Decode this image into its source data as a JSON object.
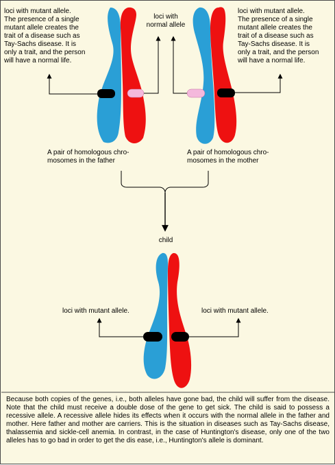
{
  "labels": {
    "father_left_note": "loci with mutant allele.\nThe presence of a single\nmutant allele creates the\ntrait of a disease such as\nTay-Sachs disease. It is\nonly a trait, and the person\nwill have a normal life.",
    "normal_allele": "loci with\nnormal allele",
    "mother_right_note": "loci with mutant allele.\nThe presence of a single\nmutant allele creates the\ntrait of a disease such as\nTay-Sachs disease. It is\nonly a trait, and the person\nwill have a normal life.",
    "father_pair": "A pair of homologous chro-\nmosomes in the father",
    "mother_pair": "A pair of homologous chro-\nmosomes in the mother",
    "child": "child",
    "child_left_mutant": "loci with mutant allele.",
    "child_right_mutant": "loci with mutant allele."
  },
  "caption": "Because both copies of the genes, i.e., both alleles have gone bad, the child will suffer from the disease. Note that the child must receive a double dose of the gene to get sick. The child is said to possess a recessive allele. A recessive allele hides its effects when it occurs with the normal allele in the father and mother. Here father and mother are carriers. This is the situation in diseases such as Tay-Sachs disease, thalassemia and sickle-cell anemia. In contrast, in the case of Huntington's disease, only one of the two alleles has to go bad in order to get the dis ease, i.e., Huntington's allele is dominant.",
  "colors": {
    "chromosome_blue": "#2a9fd6",
    "chromosome_red": "#ee1111",
    "mutant_locus": "#000000",
    "normal_locus": "#f4b8dc",
    "background": "#fbf8e2"
  }
}
